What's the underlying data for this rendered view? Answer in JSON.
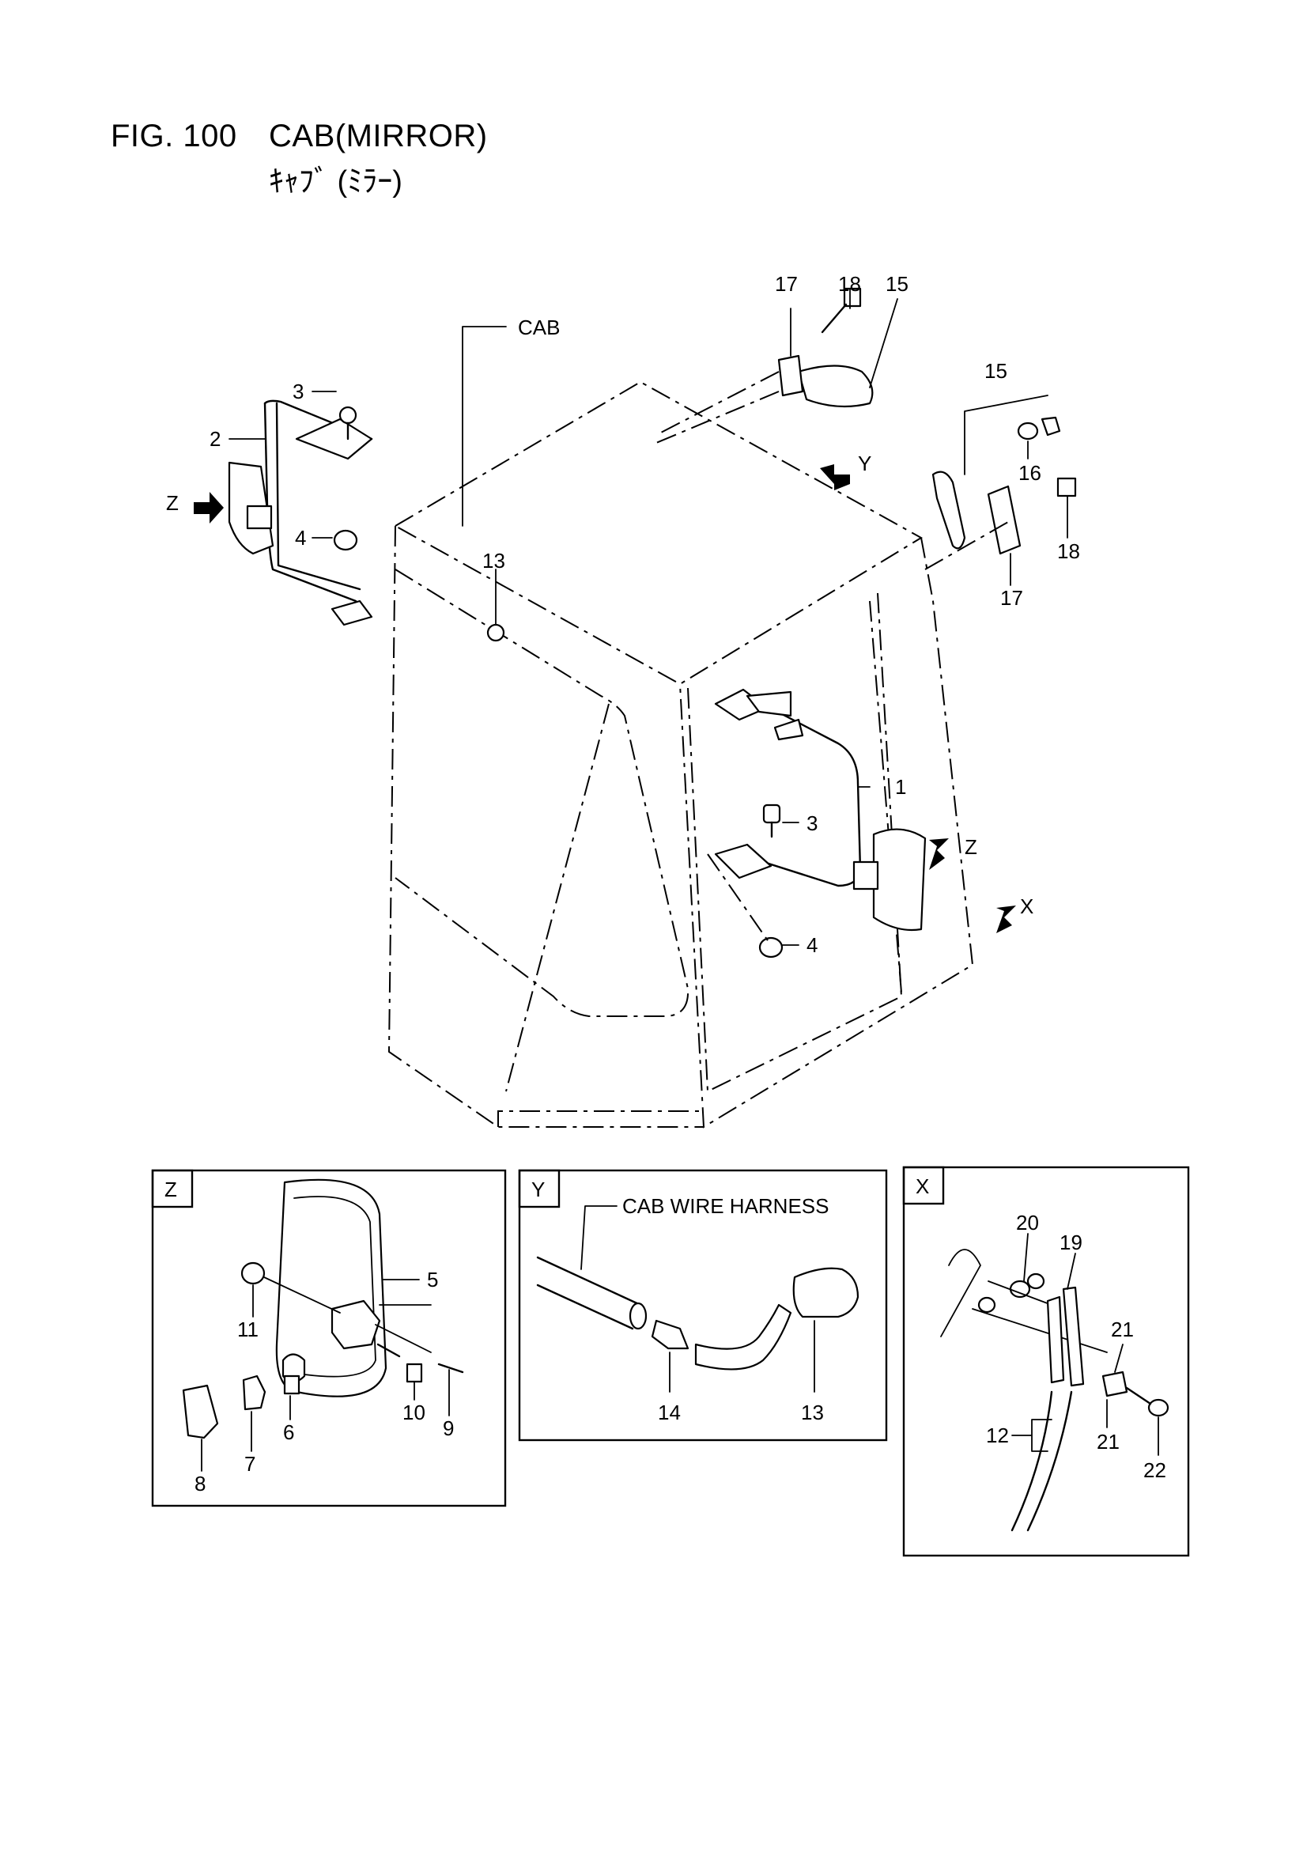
{
  "title": {
    "figure": "FIG. 100",
    "name": "CAB(MIRROR)",
    "subtitle": "ｷｬﾌﾞ (ﾐﾗｰ)"
  },
  "main_labels": {
    "cab": "CAB",
    "p1": "1",
    "p2": "2",
    "p3a": "3",
    "p3b": "3",
    "p4a": "4",
    "p4b": "4",
    "p13": "13",
    "p15a": "15",
    "p15b": "15",
    "p16": "16",
    "p17a": "17",
    "p17b": "17",
    "p18a": "18",
    "p18b": "18",
    "view_y": "Y",
    "view_z_left": "Z",
    "view_z_right": "Z",
    "view_x": "X"
  },
  "detail_z": {
    "tag": "Z",
    "labels": {
      "p5": "5",
      "p6": "6",
      "p7": "7",
      "p8": "8",
      "p9": "9",
      "p10": "10",
      "p11": "11"
    }
  },
  "detail_y": {
    "tag": "Y",
    "harness": "CAB WIRE HARNESS",
    "labels": {
      "p13": "13",
      "p14": "14"
    }
  },
  "detail_x": {
    "tag": "X",
    "labels": {
      "p12": "12",
      "p19": "19",
      "p20": "20",
      "p21a": "21",
      "p21b": "21",
      "p22": "22"
    }
  }
}
